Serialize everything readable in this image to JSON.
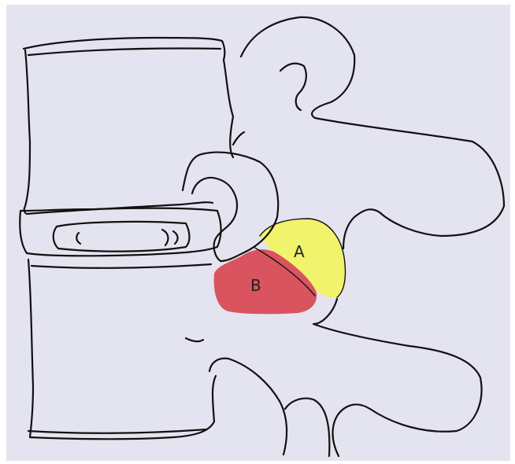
{
  "figure": {
    "background": "#e4e4f0",
    "line_color": "#111111",
    "regions": [
      {
        "id": "A",
        "label": "A",
        "fill": "#f2f36c"
      },
      {
        "id": "B",
        "label": "B",
        "fill": "#d9545e"
      }
    ]
  }
}
